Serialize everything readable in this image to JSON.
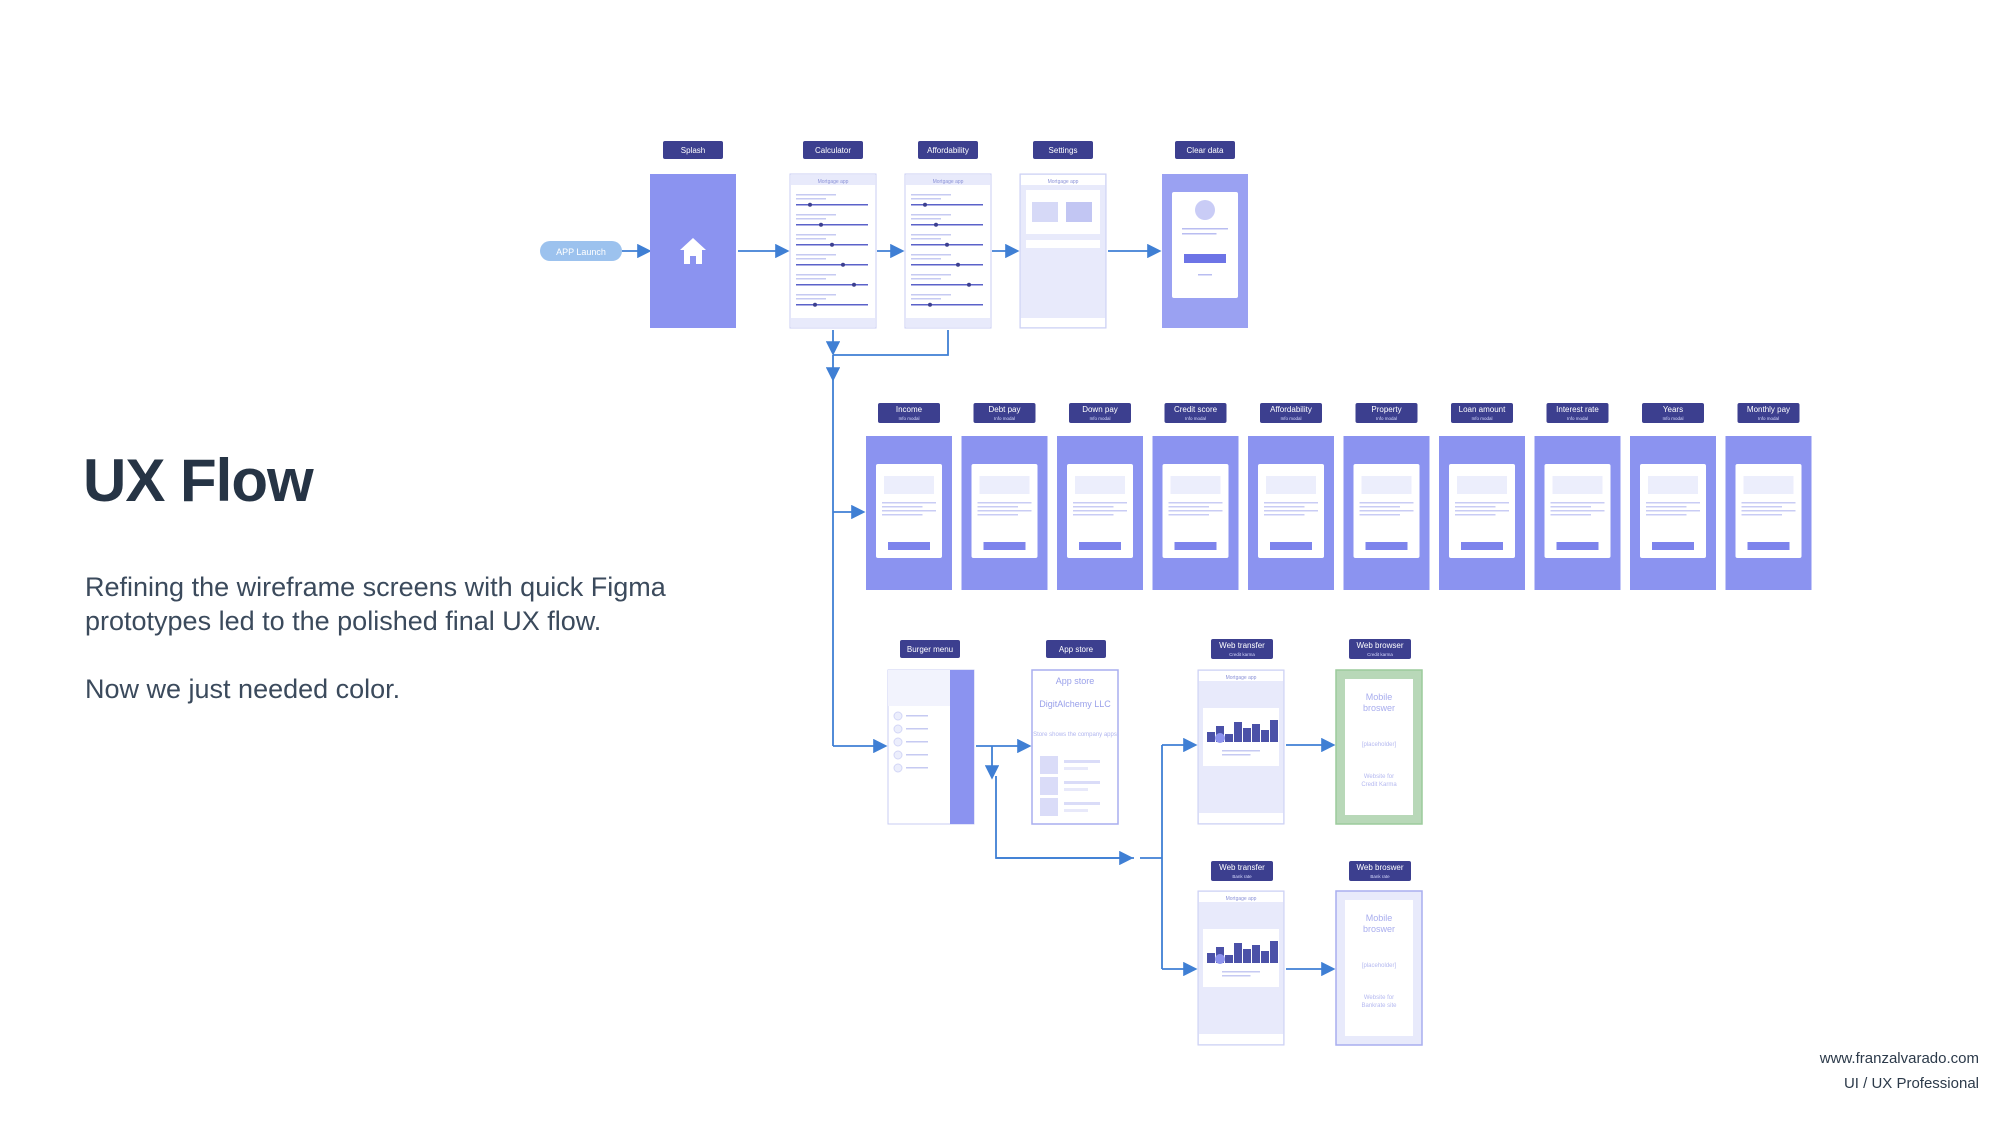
{
  "heading": "UX Flow",
  "description_1": "Refining the wireframe screens with quick Figma prototypes led to the polished final UX flow.",
  "description_2": "Now we just needed color.",
  "footer": {
    "url": "www.franzalvarado.com",
    "role": "UI / UX Professional"
  },
  "colors": {
    "label": "#3c3f8f",
    "screen": "#8b93f0",
    "light": "#e8eafb",
    "arrow": "#3f7fd4",
    "pill": "#9cc2ee",
    "green": "#b8d8b8"
  },
  "start_pill": "APP Launch",
  "row1": [
    "Splash",
    "Calculator",
    "Affordability",
    "Settings",
    "Clear data"
  ],
  "info_modals": [
    "Income",
    "Debt pay",
    "Down pay",
    "Credit score",
    "Affordability",
    "Property",
    "Loan amount",
    "Interest rate",
    "Years",
    "Monthly pay"
  ],
  "info_sub": "Info modal",
  "row3": {
    "burger": "Burger menu",
    "appstore": "App store",
    "webtransfer_cc": {
      "title": "Web transfer",
      "sub": "Credit karma"
    },
    "webbrowser_cc": {
      "title": "Web browser",
      "sub": "Credit karma"
    },
    "webtransfer_br": {
      "title": "Web transfer",
      "sub": "Bank rate"
    },
    "webbrowser_br": {
      "title": "Web broswer",
      "sub": "Bank rate"
    }
  },
  "mock": {
    "app_title": "Mortgage app",
    "appstore_title": "App store",
    "appstore_company": "DigitAlchemy LLC",
    "appstore_line": "Store shows the company apps",
    "browser_title": "Mobile broswer",
    "browser_placeholder": "[placeholder]",
    "browser_cc": "Website for Credit Karma",
    "browser_br": "Website for Bankrate site"
  }
}
